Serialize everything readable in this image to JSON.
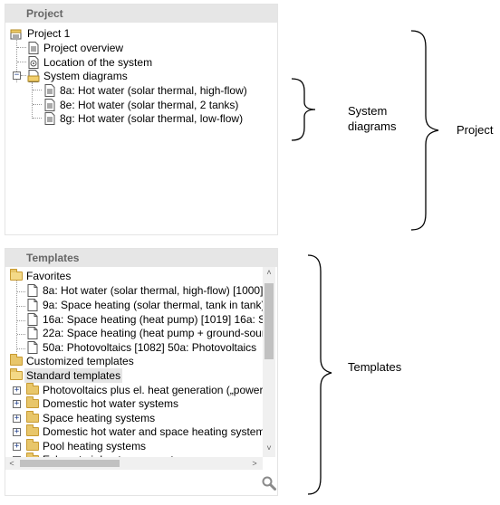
{
  "project_panel": {
    "header": "Project",
    "root": "Project 1",
    "items": [
      "Project overview",
      "Location of the system"
    ],
    "diagrams_folder": "System diagrams",
    "diagrams": [
      "8a: Hot water (solar thermal, high-flow)",
      "8e: Hot water (solar thermal, 2 tanks)",
      "8g: Hot water (solar thermal, low-flow)"
    ]
  },
  "templates_panel": {
    "header": "Templates",
    "favorites_label": "Favorites",
    "favorites": [
      "8a: Hot water (solar thermal, high-flow) [1000]",
      "9a: Space heating (solar thermal, tank in tank)",
      "16a: Space heating (heat pump) [1019]  16a: S",
      "22a: Space heating (heat pump + ground-sour",
      "50a: Photovoltaics [1082]  50a: Photovoltaics"
    ],
    "customized_label": "Customized templates",
    "standard_label": "Standard templates",
    "standard_items": [
      "Photovoltaics plus el. heat generation („power",
      "Domestic hot water systems",
      "Space heating systems",
      "Domestic hot water and space heating systems",
      "Pool heating systems",
      "Exhaust air heat pump systems"
    ],
    "search_icon": "magnifier-icon"
  },
  "annotations": {
    "system_diagrams_line1": "System",
    "system_diagrams_line2": "diagrams",
    "project": "Project",
    "templates": "Templates"
  },
  "colors": {
    "header_bg": "#e6e6e6",
    "header_text": "#666666",
    "folder": "#e8c66a",
    "selection": "#e5e5e5"
  }
}
